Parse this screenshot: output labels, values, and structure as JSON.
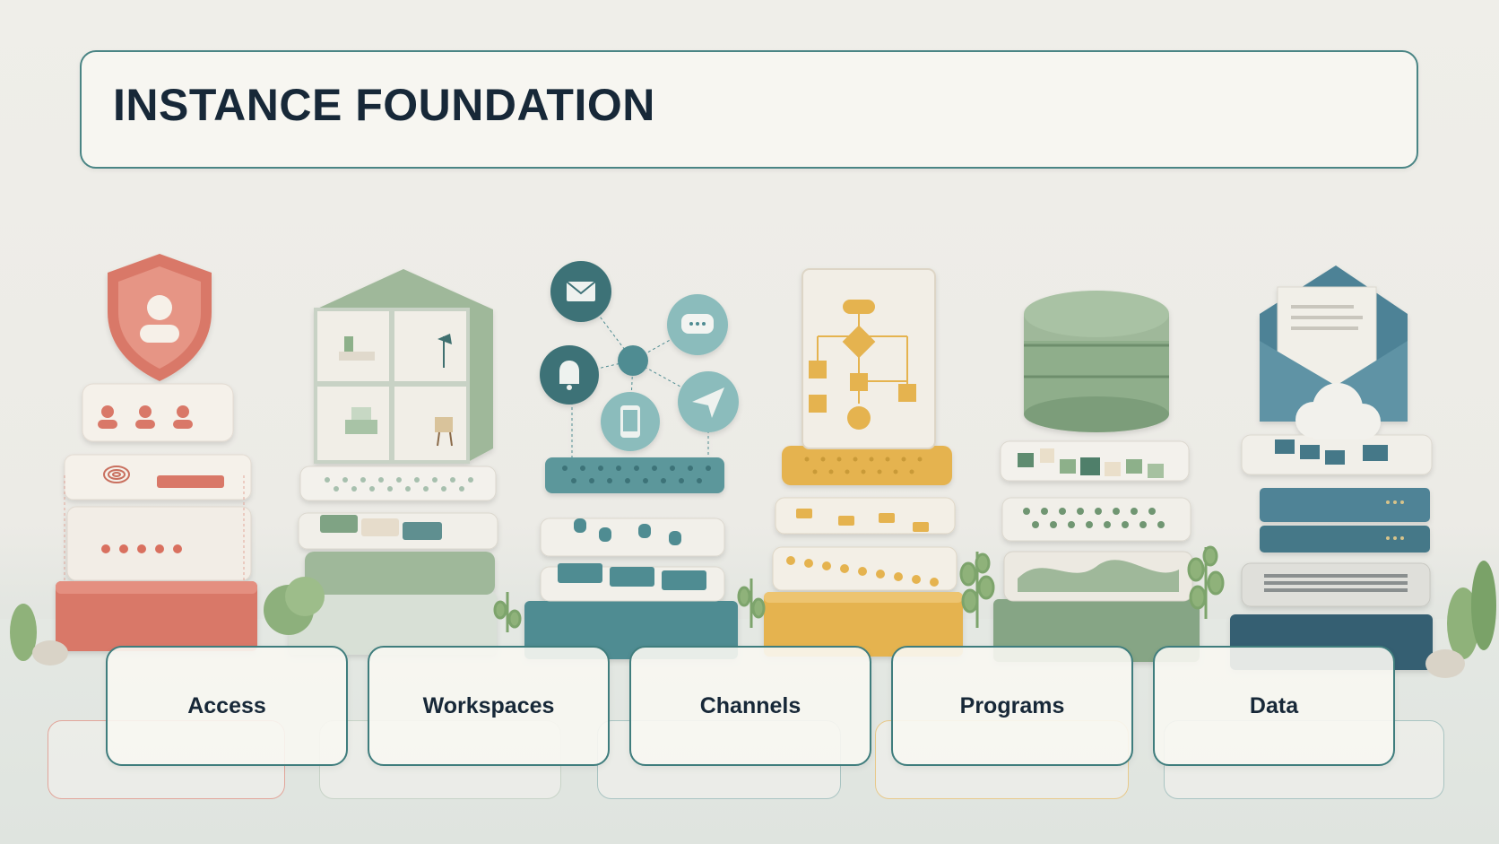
{
  "header": {
    "title": "INSTANCE FOUNDATION"
  },
  "categories": [
    {
      "label": "Access"
    },
    {
      "label": "Workspaces"
    },
    {
      "label": "Channels"
    },
    {
      "label": "Programs"
    },
    {
      "label": "Data"
    }
  ],
  "colors": {
    "coral": "#d97868",
    "sage": "#9fb89a",
    "teal": "#4f8c92",
    "mustard": "#e5b350",
    "slate_blue": "#457888",
    "title_text": "#172838",
    "border_teal": "#4a8585"
  }
}
